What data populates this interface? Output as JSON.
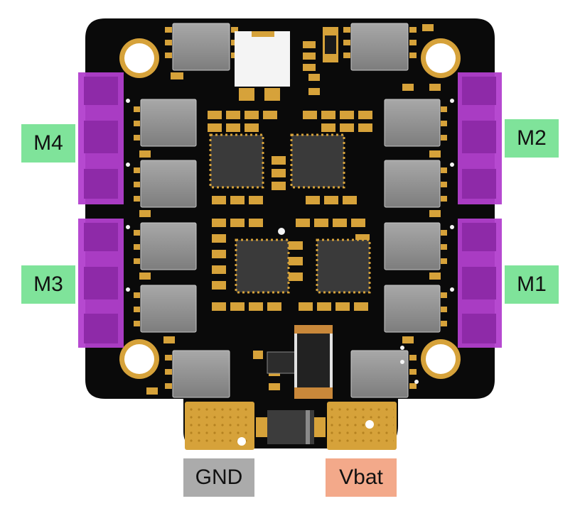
{
  "labels": {
    "m1": "M1",
    "m2": "M2",
    "m3": "M3",
    "m4": "M4",
    "gnd": "GND",
    "vbat": "Vbat"
  },
  "colors": {
    "board": "#0a0a0a",
    "motor_label_bg": "#7fe39a",
    "gnd_bg": "#ababab",
    "vbat_bg": "#f3a98a",
    "motor_pad": "#b23fce",
    "gold": "#d6a23a",
    "chip": "#3a3a3a",
    "mosfet": "#8c8c8c"
  }
}
